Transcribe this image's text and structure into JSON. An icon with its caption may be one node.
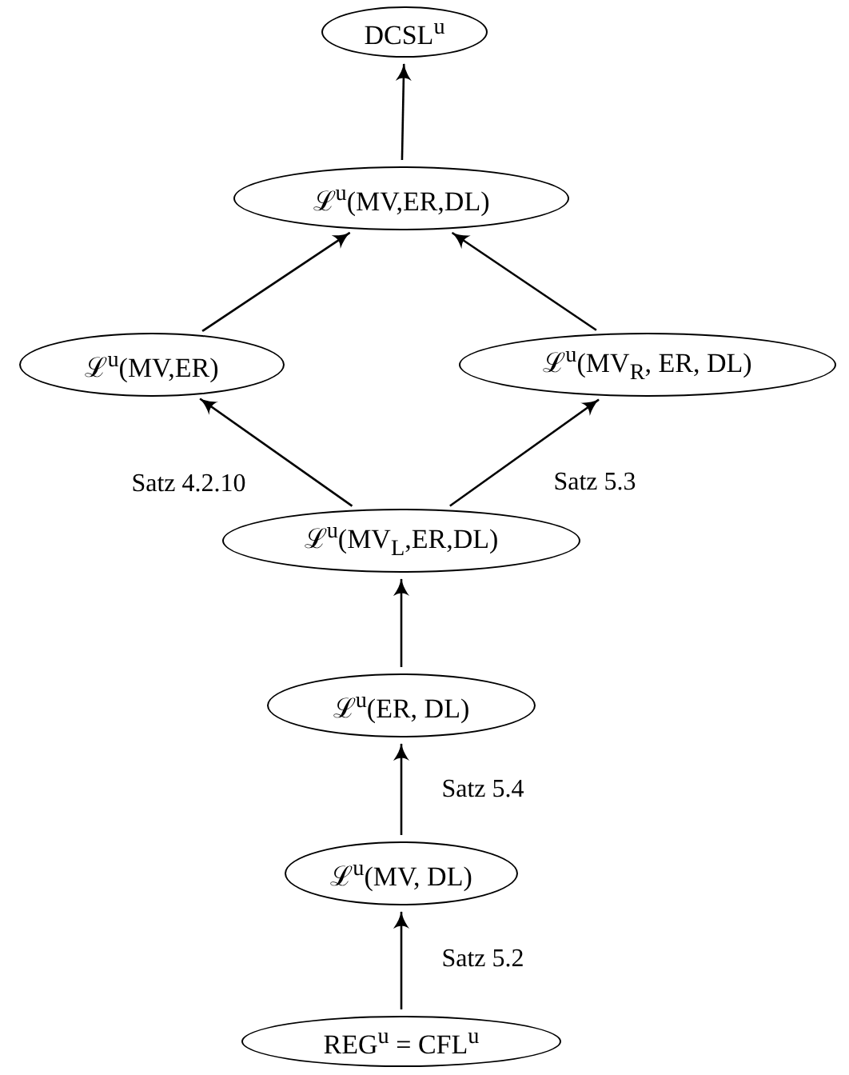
{
  "diagram": {
    "nodes": [
      {
        "text": [
          "DCSL$^{u}$"
        ]
      },
      {
        "text": [
          "ℒ$^{u}$(MV,ER,DL)"
        ]
      },
      {
        "text": [
          "ℒ$^{u}$(MV,ER)"
        ]
      },
      {
        "text": [
          "ℒ$^{u}$(MV$_{R}$, ER, DL)"
        ]
      },
      {
        "text": [
          "ℒ$^{u}$(MV$_{L}$,ER,DL)"
        ]
      },
      {
        "text": [
          "ℒ$^{u}$(ER, DL)"
        ]
      },
      {
        "text": [
          "ℒ$^{u}$(MV, DL)"
        ]
      },
      {
        "text": [
          "REG$^{u}$ = CFL$^{u}$"
        ]
      }
    ],
    "edges": [
      {
        "from": 1,
        "to": 0,
        "arrow": "to"
      },
      {
        "from": 2,
        "to": 1,
        "arrow": "to"
      },
      {
        "from": 3,
        "to": 1,
        "arrow": "to"
      },
      {
        "from": 4,
        "to": 2,
        "arrow": "to",
        "label": "Satz 4.2.10"
      },
      {
        "from": 4,
        "to": 3,
        "arrow": "to",
        "label": "Satz 5.3"
      },
      {
        "from": 5,
        "to": 4,
        "arrow": "to"
      },
      {
        "from": 6,
        "to": 5,
        "arrow": "to",
        "label": "Satz 5.4"
      },
      {
        "from": 7,
        "to": 6,
        "arrow": "to",
        "label": "Satz 5.2"
      }
    ]
  }
}
